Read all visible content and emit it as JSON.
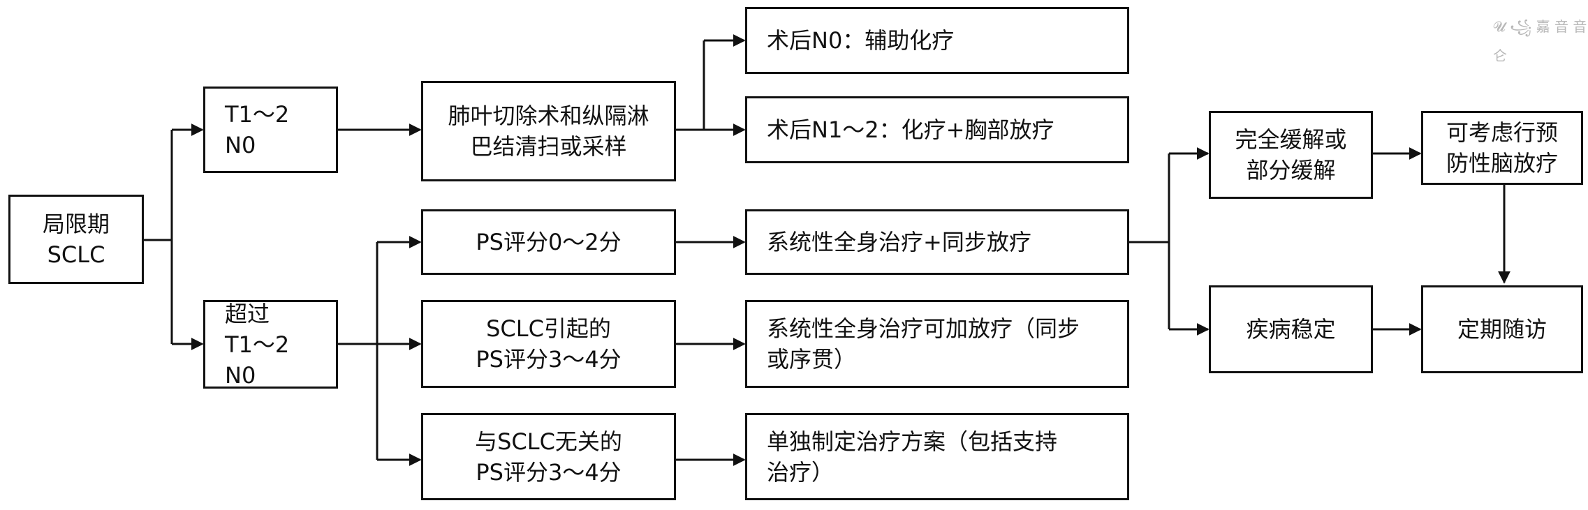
{
  "nodes": {
    "limited": [
      "局限期",
      "SCLC"
    ],
    "t12n0": [
      "T1～2 N0"
    ],
    "beyond": [
      "超过",
      "T1～2 N0"
    ],
    "lobectomy": [
      "肺叶切除术和纵隔淋",
      "巴结清扫或采样"
    ],
    "post_n0": [
      "术后N0：辅助化疗"
    ],
    "post_n12": [
      "术后N1～2：化疗+胸部放疗"
    ],
    "ps02": [
      "PS评分0～2分"
    ],
    "ps34_sclc": [
      "SCLC引起的",
      "PS评分3～4分"
    ],
    "ps34_other": [
      "与SCLC无关的",
      "PS评分3～4分"
    ],
    "sys_sync": [
      "系统性全身治疗+同步放疗"
    ],
    "sys_plus": [
      "系统性全身治疗可加放疗（同步",
      "或序贯）"
    ],
    "individual": [
      "单独制定治疗方案（包括支持",
      "治疗）"
    ],
    "remission": [
      "完全缓解或",
      "部分缓解"
    ],
    "stable": [
      "疾病稳定"
    ],
    "pci": [
      "可考虑行预",
      "防性脑放疗"
    ],
    "followup": [
      "定期随访"
    ]
  },
  "watermark": "𝓤 ꧁ 嘉 音 音 仑"
}
